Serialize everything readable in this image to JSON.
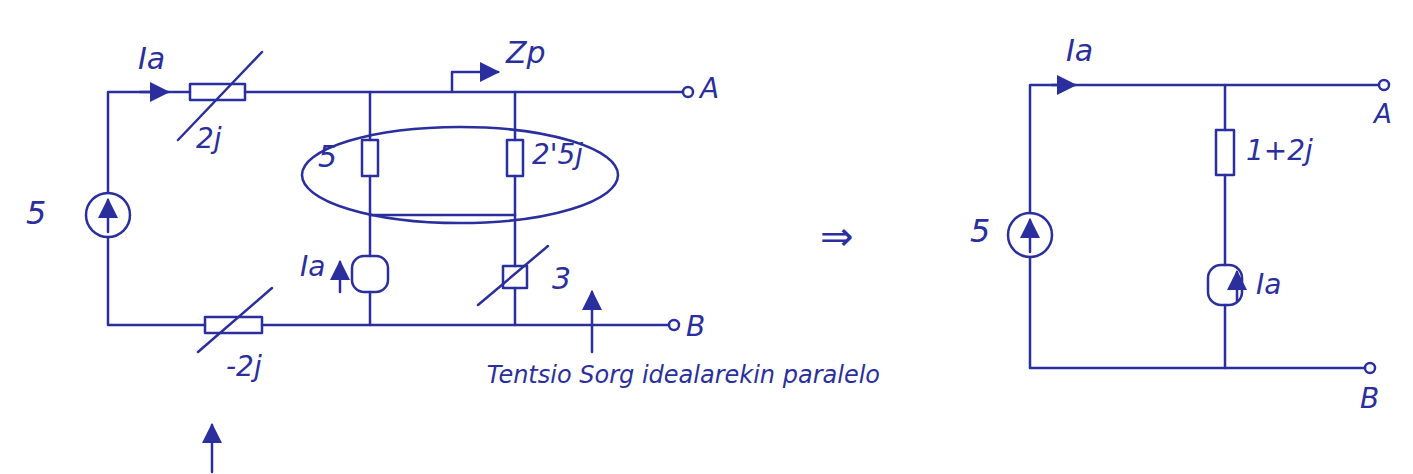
{
  "diagram": {
    "labels": [
      "Ia",
      "Zp",
      "A",
      "2j",
      "5",
      "2'5j",
      "5",
      "Ia",
      "3",
      "B",
      "-2j",
      "Tentsio Sorg idealarekin paralelo",
      "⇒",
      "Ia",
      "A",
      "1+2j",
      "5",
      "Ia",
      "B"
    ]
  }
}
